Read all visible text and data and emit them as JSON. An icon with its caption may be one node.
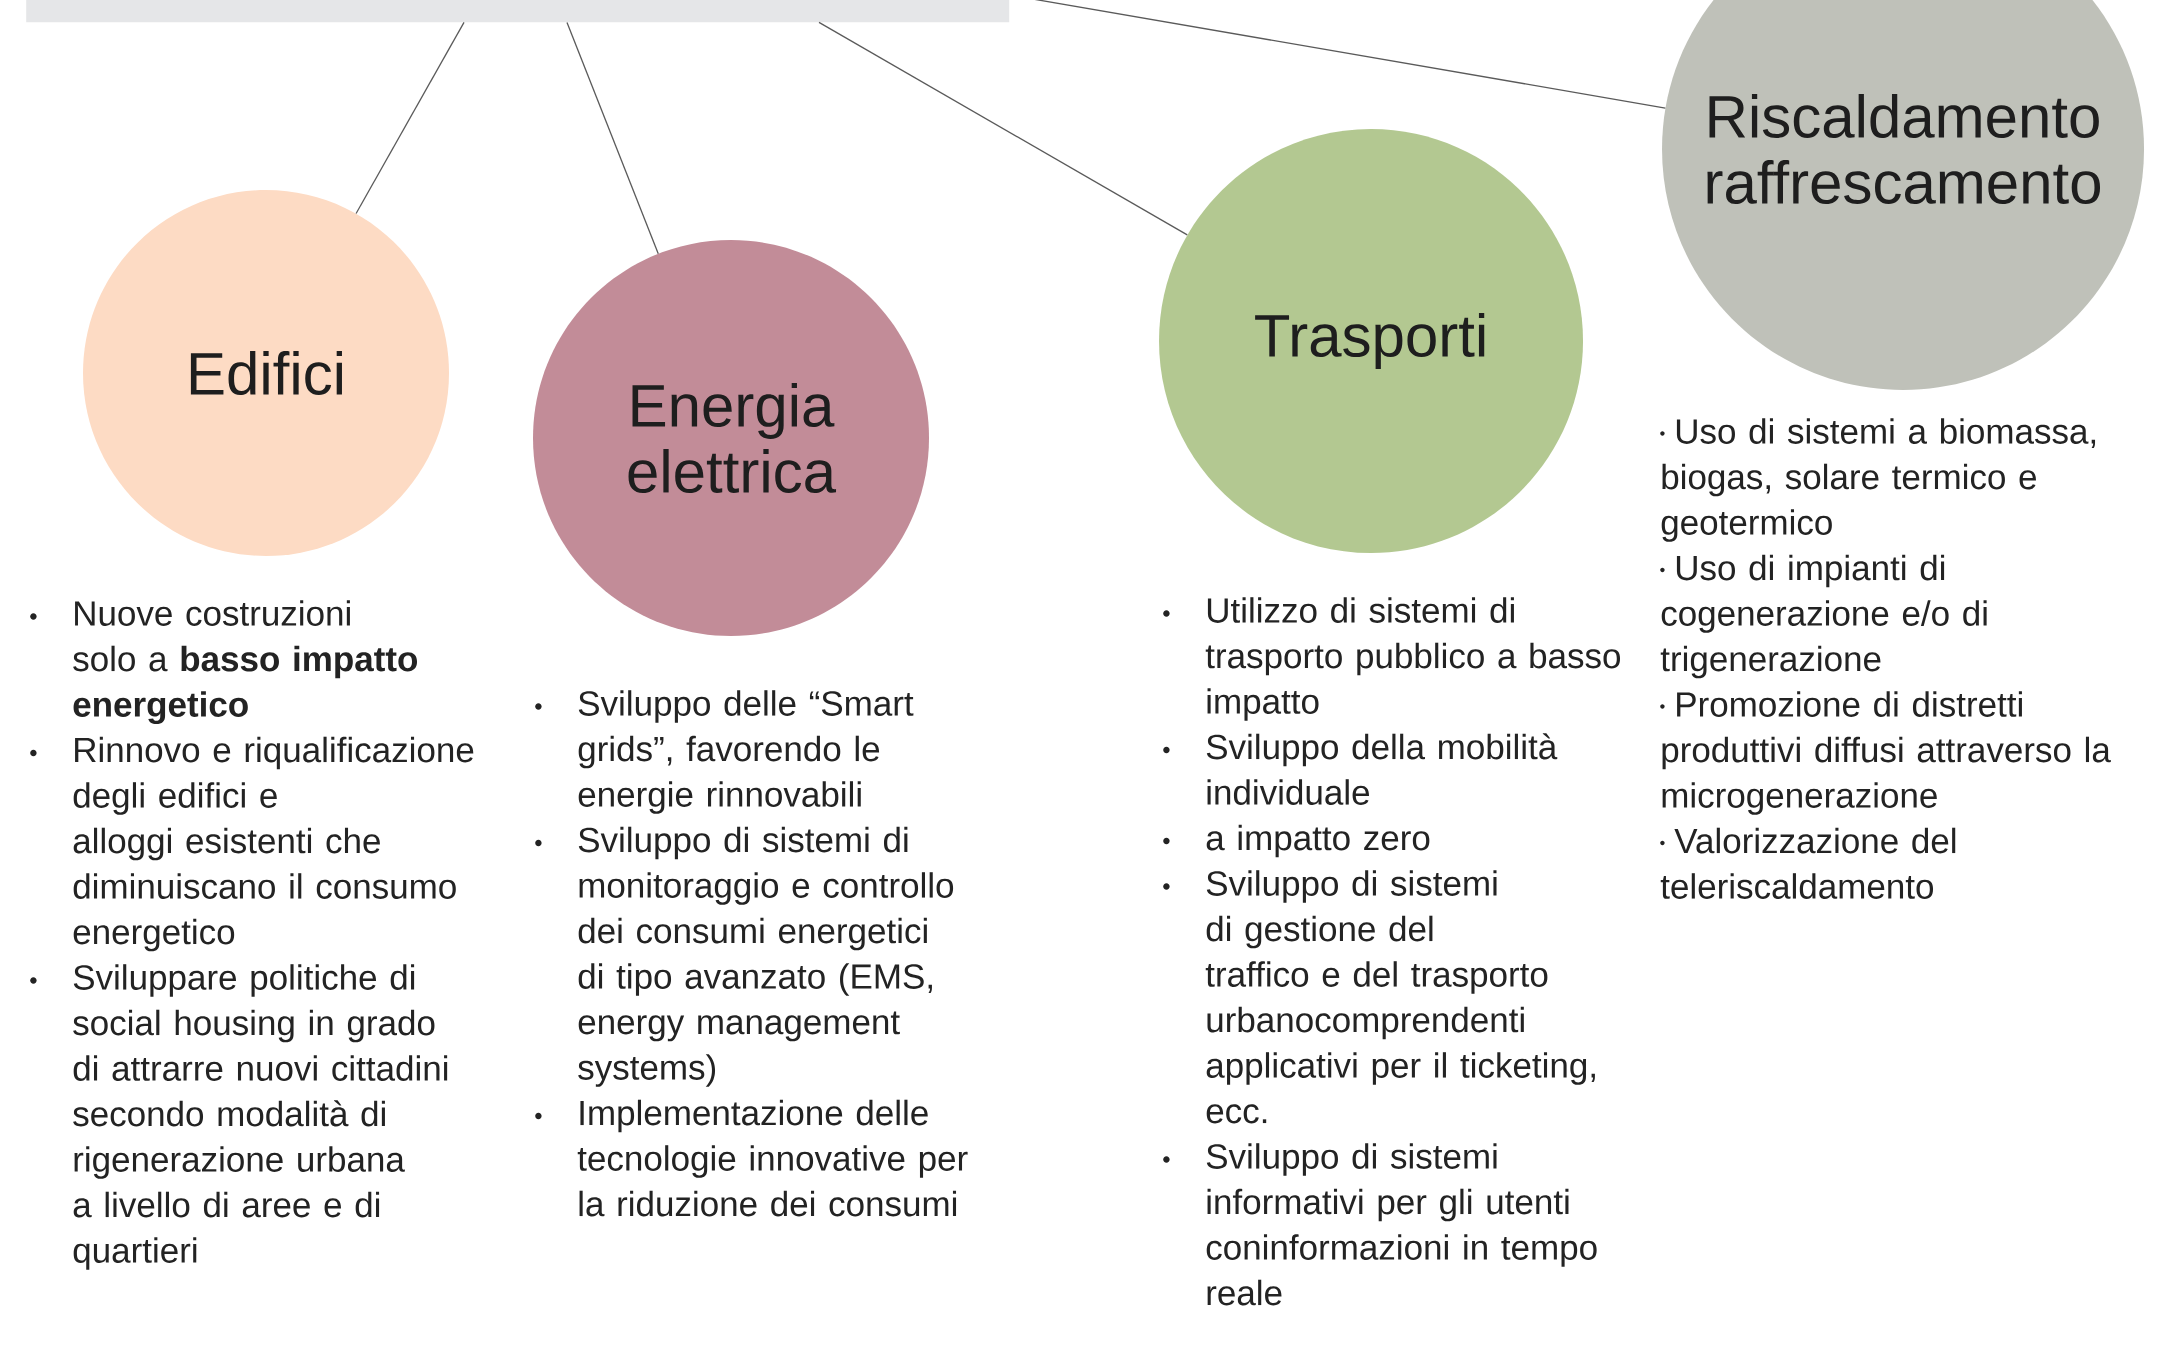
{
  "diagram": {
    "nodes": [
      {
        "text": [],
        "shape": "bar"
      },
      {
        "text": [
          "Edifici"
        ],
        "beside": [
          "Nuove costruzioni solo a **basso impatto energetico**",
          "Rinnovo e riqualificazione degli edifici e alloggi esistenti che diminuiscano il consumo energetico",
          "Sviluppare politiche di social housing in grado di attrarre nuovi cittadini secondo modalità di rigenerazione urbana a livello di aree e di quartieri"
        ]
      },
      {
        "text": [
          "Energia elettrica"
        ],
        "beside": [
          "Sviluppo delle “Smart grids”, favorendo le energie rinnovabili",
          "Sviluppo di sistemi di monitoraggio e controllo dei consumi energetici di tipo avanzato (EMS, energy management systems)",
          "Implementazione delle tecnologie innovative per la riduzione dei consumi"
        ]
      },
      {
        "text": [
          "Trasporti"
        ],
        "beside": [
          "Utilizzo di sistemi di trasporto pubblico a basso impatto",
          "Sviluppo della mobilità individuale",
          "a impatto zero",
          "Sviluppo di sistemi di gestione del traffico e del trasporto urbanocomprendenti applicativi per il ticketing, ecc.",
          "Sviluppo di sistemi informativi per gli utenti coninformazioni in tempo reale"
        ]
      },
      {
        "text": [
          "Riscaldamento raffrescamento"
        ],
        "beside": [
          "Uso di sistemi a biomassa, biogas, solare termico e geotermico",
          "Uso di impianti di cogenerazione e/o di trigenerazione",
          "Promozione di distretti produttivi diffusi attraverso la microgenerazione",
          "Valorizzazione del teleriscaldamento"
        ]
      }
    ],
    "edges": [
      {
        "from": 0,
        "to": 1,
        "arrow": "none"
      },
      {
        "from": 0,
        "to": 2,
        "arrow": "none"
      },
      {
        "from": 0,
        "to": 3,
        "arrow": "none"
      },
      {
        "from": 0,
        "to": 4,
        "arrow": "none"
      }
    ]
  }
}
